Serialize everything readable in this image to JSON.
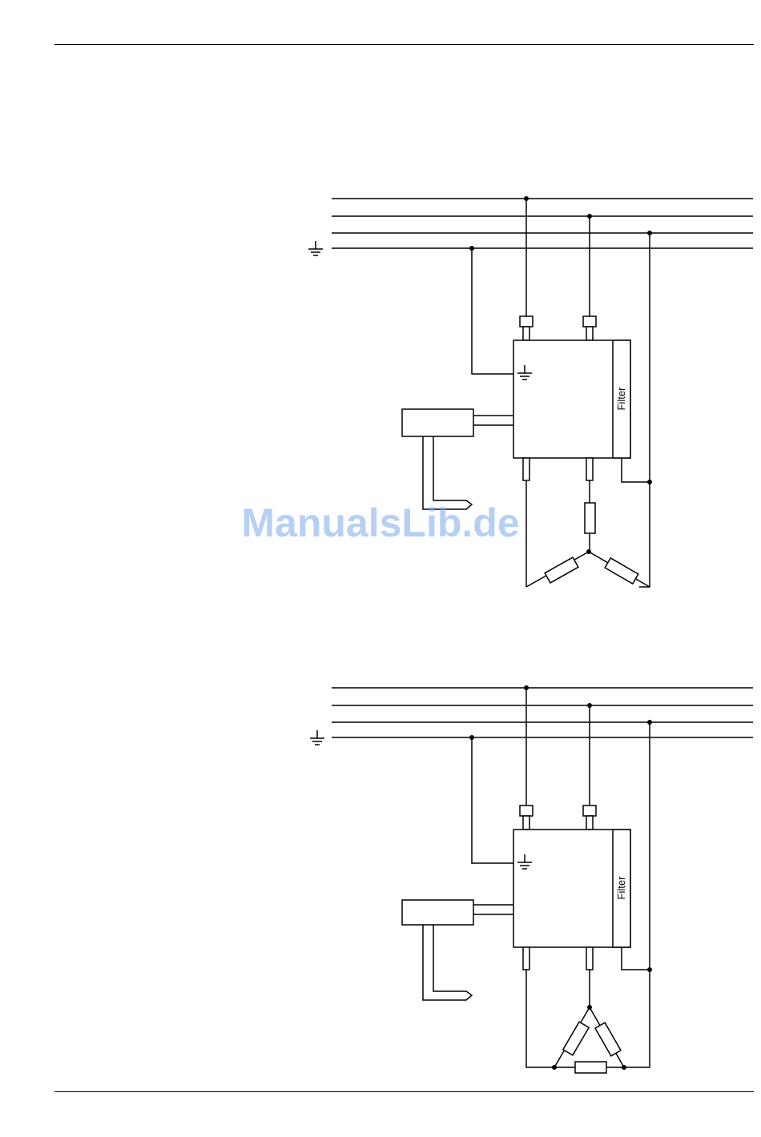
{
  "watermark": {
    "text": "ManualsLib.de"
  },
  "diagrams": [
    {
      "id": "star",
      "filter_label": "Filter",
      "ground_icon": "ground-icon",
      "load": "star-resistors"
    },
    {
      "id": "delta",
      "filter_label": "Filter",
      "ground_icon": "ground-icon",
      "load": "delta-resistors"
    }
  ],
  "colors": {
    "line": "#000000",
    "watermark": "#7aaaeb"
  }
}
